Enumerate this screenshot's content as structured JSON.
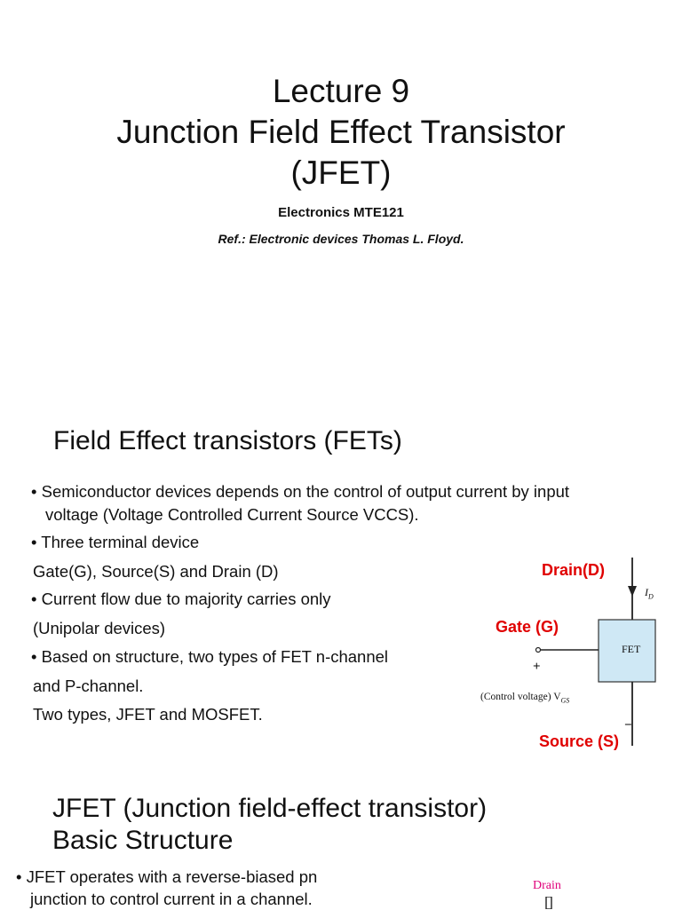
{
  "slide1": {
    "title_line1": "Lecture 9",
    "title_line2": "Junction Field Effect Transistor",
    "title_line3": "(JFET)",
    "course": "Electronics MTE121",
    "reference": "Ref.:  Electronic devices Thomas L. Floyd."
  },
  "slide2": {
    "heading": "Field Effect transistors (FETs)",
    "bullet1_line1": "• Semiconductor devices depends on the control of output current by input",
    "bullet1_line2": "voltage (Voltage Controlled Current Source VCCS).",
    "bullet2": "• Three terminal device",
    "terminals": " Gate(G), Source(S) and Drain (D)",
    "bullet3": "• Current flow due to majority carries only",
    "unipolar": "(Unipolar devices)",
    "bullet4": "• Based on structure, two types of FET n-channel",
    "pchannel": "and P-channel.",
    "types": "Two types, JFET and MOSFET.",
    "diagram": {
      "drain_label": "Drain(D)",
      "gate_label": "Gate (G)",
      "source_label": "Source (S)",
      "fet_label": "FET",
      "id_label": "I",
      "id_sub": "D",
      "plus": "+",
      "minus": "−",
      "control_voltage": "(Control voltage) V",
      "vgs_sub": "GS",
      "colors": {
        "box_fill": "#cfe8f5",
        "label_red": "#e00000"
      }
    }
  },
  "slide3": {
    "heading_line1": "JFET (Junction field-effect transistor)",
    "heading_line2": "Basic Structure",
    "bullet1_line1": "• JFET operates with a reverse-biased pn",
    "bullet1_line2": "junction to control current in a channel.",
    "drain_label": "Drain",
    "drain_color": "#e0007a"
  }
}
